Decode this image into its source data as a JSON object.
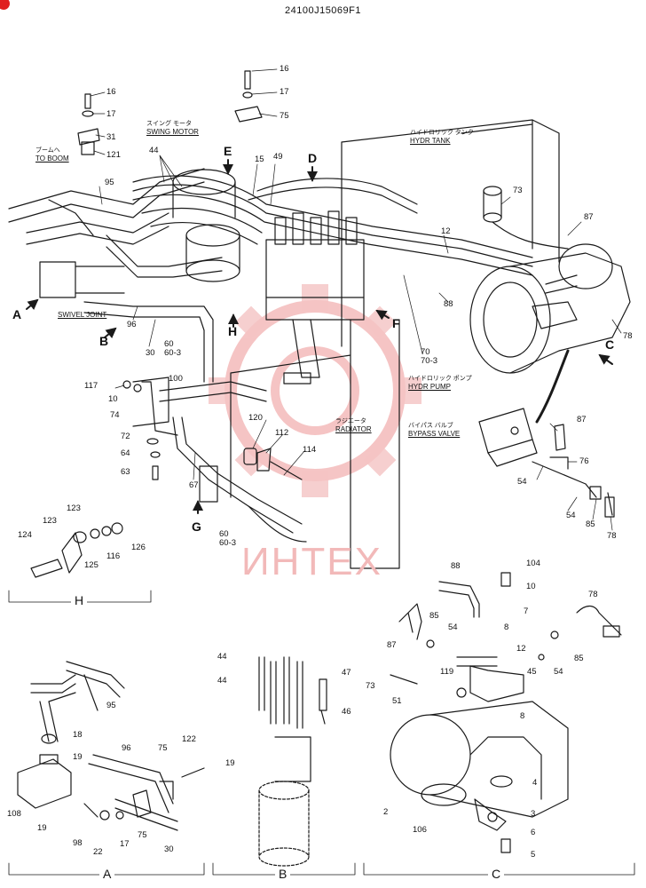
{
  "document_code": "24100J15069F1",
  "watermark": "ИНТЕХ",
  "colors": {
    "line": "#1a1a1a",
    "watermark": "#f0a8a8",
    "marker": "#e02020"
  },
  "labels": {
    "to_boom": {
      "jp": "ブームへ",
      "en": "TO BOOM"
    },
    "swing_motor": {
      "jp": "スイング モータ",
      "en": "SWING MOTOR"
    },
    "hydr_tank": {
      "jp": "ハイドロリック タンク",
      "en": "HYDR TANK"
    },
    "swivel_joint": {
      "jp": "",
      "en": "SWIVEL JOINT"
    },
    "hydr_pump": {
      "jp": "ハイドロリック ポンプ",
      "en": "HYDR PUMP"
    },
    "radiator": {
      "jp": "ラジエータ",
      "en": "RADIATOR"
    },
    "bypass_valve": {
      "jp": "バイパス バルブ",
      "en": "BYPASS VALVE"
    }
  },
  "view_markers": [
    "A",
    "B",
    "C",
    "D",
    "E",
    "F",
    "G",
    "H"
  ],
  "detail_frames": [
    "H",
    "A",
    "B",
    "C"
  ],
  "callouts": {
    "c16a": "16",
    "c17a": "17",
    "c31": "31",
    "c121": "121",
    "c95a": "95",
    "c16b": "16",
    "c17b": "17",
    "c75a": "75",
    "c44a": "44",
    "c15": "15",
    "c49": "49",
    "c73": "73",
    "c87a": "87",
    "c12a": "12",
    "c88a": "88",
    "c78a": "78",
    "c96a": "96",
    "c30a": "30",
    "c60a": "60",
    "c603a": "60-3",
    "c70": "70",
    "c703": "70-3",
    "c117": "117",
    "c10a": "10",
    "c100": "100",
    "c74": "74",
    "c72": "72",
    "c64": "64",
    "c63": "63",
    "c120": "120",
    "c112": "112",
    "c114": "114",
    "c67": "67",
    "c60b": "60",
    "c603b": "60-3",
    "c87b": "87",
    "c76": "76",
    "c54a": "54",
    "c54b": "54",
    "c85a": "85",
    "c78b": "78",
    "c123a": "123",
    "c123b": "123",
    "c124": "124",
    "c125": "125",
    "c116": "116",
    "c126": "126",
    "c88b": "88",
    "c104": "104",
    "c10b": "10",
    "c7": "7",
    "c78c": "78",
    "c85b": "85",
    "c54c": "54",
    "c87c": "87",
    "c8a": "8",
    "c12b": "12",
    "c85c": "85",
    "c54d": "54",
    "c73b": "73",
    "c119": "119",
    "c45": "45",
    "c51": "51",
    "c8b": "8",
    "c4": "4",
    "c3": "3",
    "c6": "6",
    "c5": "5",
    "c2": "2",
    "c106": "106",
    "c95b": "95",
    "c18": "18",
    "c19a": "19",
    "c108": "108",
    "c19b": "19",
    "c98": "98",
    "c22": "22",
    "c17c": "17",
    "c75b": "75",
    "c75c": "75",
    "c30b": "30",
    "c96b": "96",
    "c122": "122",
    "c44b": "44",
    "c44c": "44",
    "c47": "47",
    "c46": "46",
    "c19c": "19"
  }
}
